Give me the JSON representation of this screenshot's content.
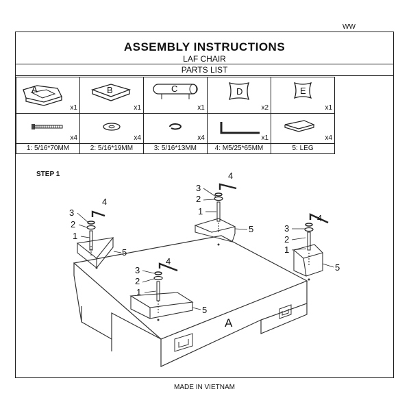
{
  "header": {
    "code": "WW",
    "title": "ASSEMBLY INSTRUCTIONS",
    "subtitle": "LAF CHAIR",
    "parts_list_label": "PARTS LIST"
  },
  "parts": {
    "row1": [
      {
        "letter": "A",
        "qty": "x1",
        "icon": "chair-frame-icon"
      },
      {
        "letter": "B",
        "qty": "x1",
        "icon": "seat-cushion-icon"
      },
      {
        "letter": "C",
        "qty": "x1",
        "icon": "bolster-pillow-icon"
      },
      {
        "letter": "D",
        "qty": "x2",
        "icon": "pillow-icon"
      },
      {
        "letter": "E",
        "qty": "x1",
        "icon": "small-pillow-icon"
      }
    ],
    "row2": [
      {
        "qty": "x4",
        "icon": "bolt-icon"
      },
      {
        "qty": "x4",
        "icon": "flat-washer-icon"
      },
      {
        "qty": "x4",
        "icon": "lock-washer-icon"
      },
      {
        "qty": "x1",
        "icon": "allen-key-icon"
      },
      {
        "qty": "x4",
        "icon": "leg-icon"
      }
    ],
    "labels": [
      "1: 5/16*70MM",
      "2: 5/16*19MM",
      "3: 5/16*13MM",
      "4: M5/25*65MM",
      "5: LEG"
    ]
  },
  "step": {
    "title": "STEP 1",
    "callouts": [
      "1",
      "2",
      "3",
      "4",
      "5"
    ],
    "frame_label": "A"
  },
  "footer": {
    "text": "MADE IN VIETNAM"
  }
}
